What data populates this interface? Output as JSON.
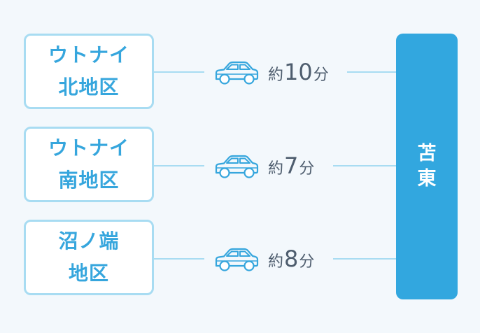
{
  "areas": [
    {
      "line1": "ウトナイ",
      "line2": "北地区",
      "prefix": "約",
      "minutes": "10",
      "suffix": "分"
    },
    {
      "line1": "ウトナイ",
      "line2": "南地区",
      "prefix": "約",
      "minutes": "7",
      "suffix": "分"
    },
    {
      "line1": "沼ノ端",
      "line2": "地区",
      "prefix": "約",
      "minutes": "8",
      "suffix": "分"
    }
  ],
  "destination": {
    "line1": "苫",
    "line2": "東"
  },
  "icons": {
    "vehicle": "car-icon"
  },
  "colors": {
    "accent": "#32a7df",
    "box_border": "#a8dcf2",
    "label_text": "#36a6dd",
    "time_text": "#4e5d6e",
    "background": "#f3f8fc"
  }
}
